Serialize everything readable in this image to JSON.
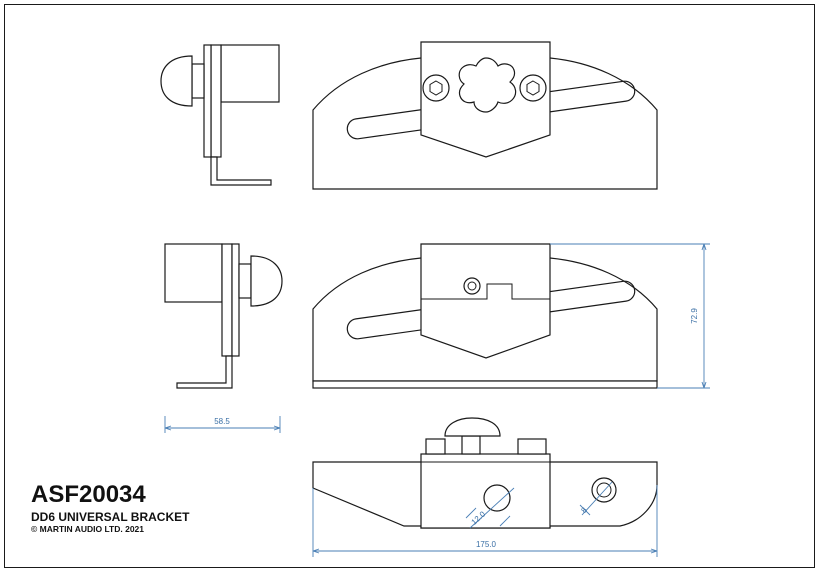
{
  "title_block": {
    "part_number": "ASF20034",
    "part_name": "DD6 UNIVERSAL BRACKET",
    "copyright": "© MARTIN AUDIO LTD. 2021"
  },
  "dimensions": {
    "width_side": "58.5",
    "height_front": "72.9",
    "length_bottom": "175.0",
    "bolt_dia": "12.0",
    "hole_dia": "8"
  },
  "colors": {
    "line": "#1a1a1a",
    "dimension": "#4a7fb5"
  }
}
